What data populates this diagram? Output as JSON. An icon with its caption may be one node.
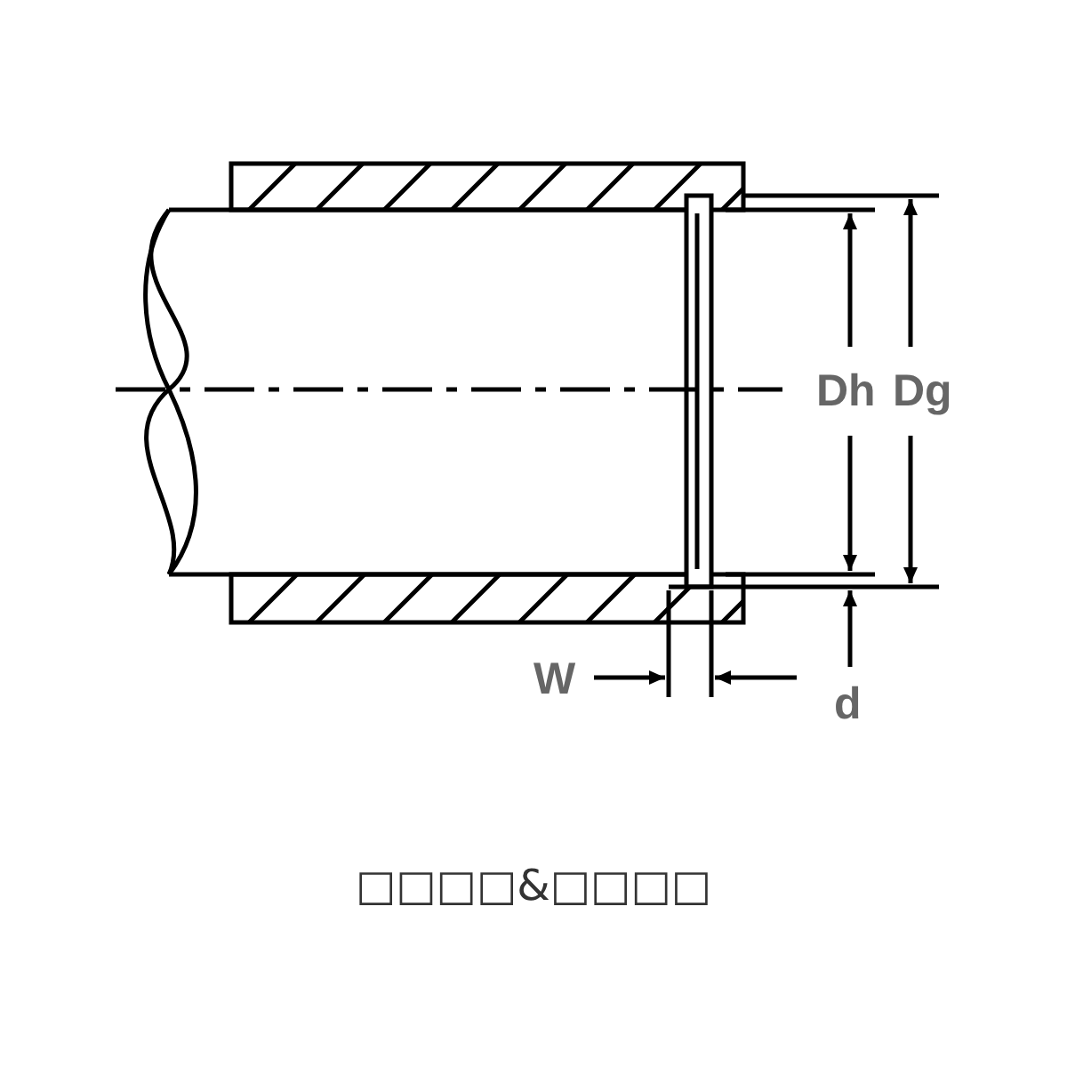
{
  "diagram": {
    "caption": "□□□□&□□□□",
    "labels": [
      "Dh",
      "Dg",
      "W",
      "d"
    ]
  }
}
